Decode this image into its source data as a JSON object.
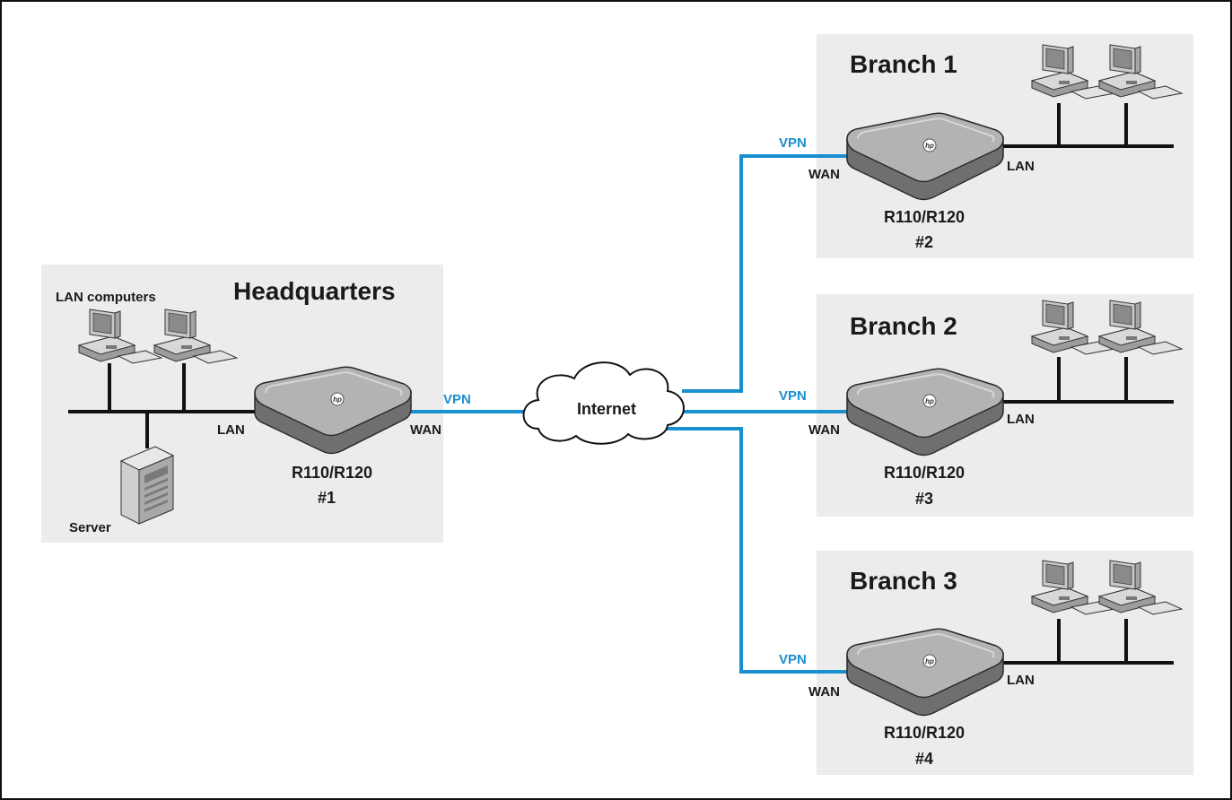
{
  "headquarters": {
    "title": "Headquarters",
    "lan_computers_label": "LAN computers",
    "server_label": "Server",
    "router": {
      "model": "R110/R120",
      "number": "#1",
      "lan_port": "LAN",
      "wan_port": "WAN",
      "vpn_label": "VPN"
    }
  },
  "internet": {
    "label": "Internet"
  },
  "branches": [
    {
      "title": "Branch 1",
      "router": {
        "model": "R110/R120",
        "number": "#2",
        "lan_port": "LAN",
        "wan_port": "WAN",
        "vpn_label": "VPN"
      }
    },
    {
      "title": "Branch 2",
      "router": {
        "model": "R110/R120",
        "number": "#3",
        "lan_port": "LAN",
        "wan_port": "WAN",
        "vpn_label": "VPN"
      }
    },
    {
      "title": "Branch 3",
      "router": {
        "model": "R110/R120",
        "number": "#4",
        "lan_port": "LAN",
        "wan_port": "WAN",
        "vpn_label": "VPN"
      }
    }
  ],
  "colors": {
    "vpn_line": "#1a8fd0",
    "zone_bg": "#ececec",
    "lan_line": "#111111",
    "router_body": "#a9a9a9"
  },
  "icons": [
    "router-icon",
    "desktop-computer-icon",
    "server-icon",
    "cloud-icon",
    "hp-logo-icon"
  ]
}
